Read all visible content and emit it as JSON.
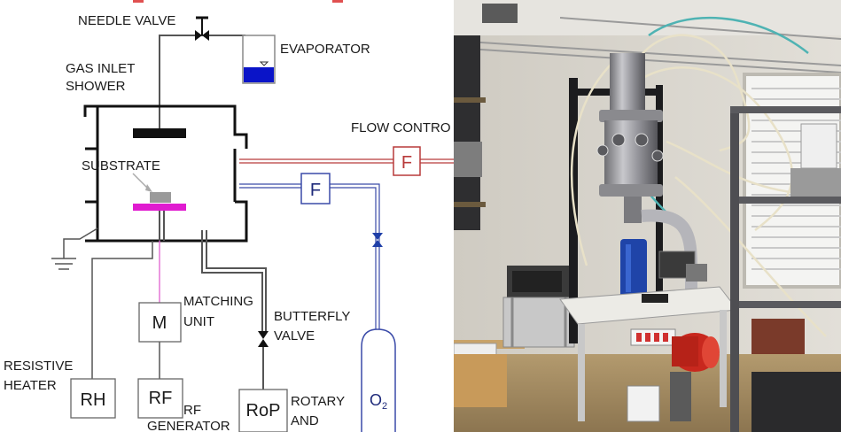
{
  "diagram": {
    "labels": {
      "needle_valve": "NEEDLE VALVE",
      "evaporator": "EVAPORATOR",
      "gas_inlet_line1": "GAS INLET",
      "gas_inlet_line2": "SHOWER",
      "flow_control": "FLOW CONTRO",
      "substrate": "SUBSTRATE",
      "matching_line1": "MATCHING",
      "matching_line2": "UNIT",
      "butterfly_line1": "BUTTERFLY",
      "butterfly_line2": "VALVE",
      "resistive_line1": "RESISTIVE",
      "resistive_line2": "HEATER",
      "rf_line1": "RF",
      "rf_line2": "GENERATOR",
      "rotary_line1": "ROTARY",
      "rotary_line2": "AND"
    },
    "boxes": {
      "flow_red": "F",
      "flow_blue": "F",
      "matching": "M",
      "heater": "RH",
      "rf": "RF",
      "pump": "RoP",
      "oxygen_main": "O",
      "oxygen_sub": "2"
    },
    "colors": {
      "chamber": "#111111",
      "substrate_holder": "#e01bd0",
      "substrate": "#9a9a9a",
      "shower": "#111111",
      "evaporator_liquid": "#0a14c8",
      "red_line": "#b83a3a",
      "blue_line": "#3a4aa8",
      "valve": "#1f3fa8"
    }
  }
}
